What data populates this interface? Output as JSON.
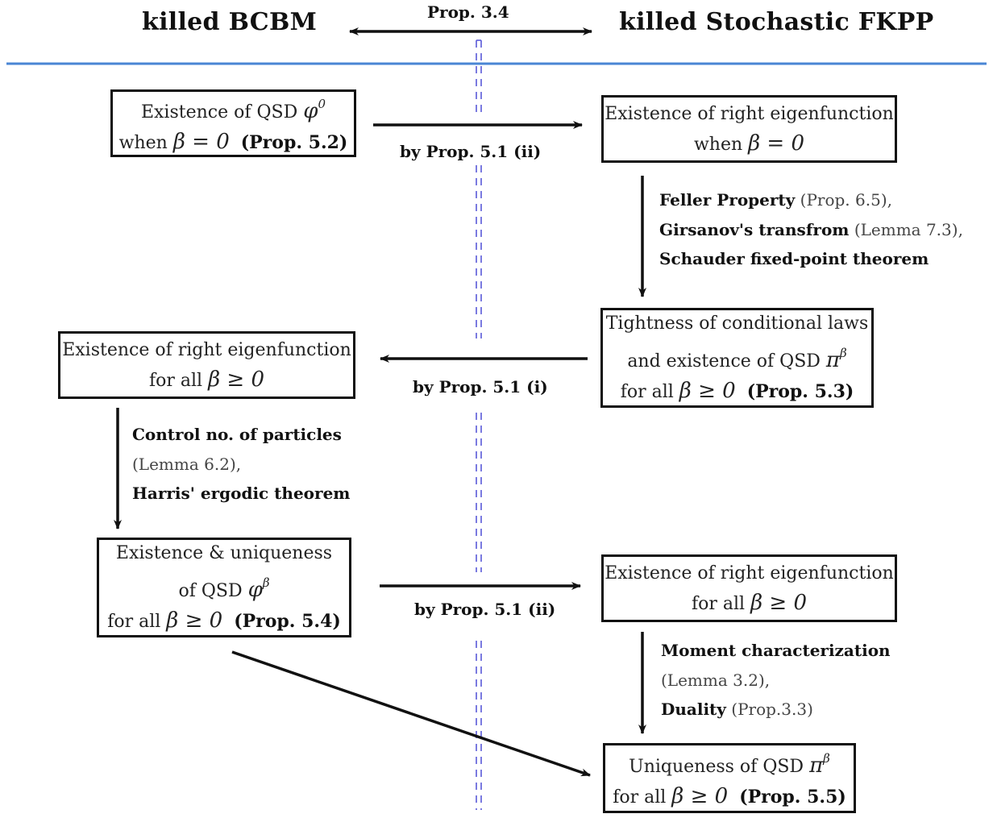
{
  "header": {
    "left_title": "killed BCBM",
    "right_title": "killed Stochastic FKPP",
    "top_arrow_label": "Prop. 3.4"
  },
  "boxes": {
    "qsd_phi0": {
      "line1_text": "Existence of QSD ",
      "line1_sym": "φ",
      "line1_sup": "0",
      "line2_pre": "when ",
      "line2_math": "β = 0",
      "line2_ref": "(Prop. 5.2)"
    },
    "right_eigen_beta0": {
      "line1": "Existence of right eigenfunction",
      "line2_pre": "when ",
      "line2_math": "β = 0"
    },
    "tightness": {
      "line1": "Tightness of conditional laws",
      "line2_text": "and existence of QSD ",
      "line2_sym": "π",
      "line2_sup": "β",
      "line3_pre": "for all ",
      "line3_math": "β ≥ 0",
      "line3_ref": "(Prop. 5.3)"
    },
    "right_eigen_all_left": {
      "line1": "Existence of right eigenfunction",
      "line2_pre": "for all ",
      "line2_math": "β ≥ 0"
    },
    "unique_phi_beta": {
      "line1": "Existence & uniqueness",
      "line2_text": "of QSD ",
      "line2_sym": "φ",
      "line2_sup": "β",
      "line3_pre": "for all ",
      "line3_math": "β ≥ 0",
      "line3_ref": "(Prop. 5.4)"
    },
    "right_eigen_all_right": {
      "line1": "Existence of right eigenfunction",
      "line2_pre": "for all ",
      "line2_math": "β ≥ 0"
    },
    "unique_pi_beta": {
      "line1_text": "Uniqueness of QSD ",
      "line1_sym": "π",
      "line1_sup": "β",
      "line2_pre": "for all ",
      "line2_math": "β ≥ 0",
      "line2_ref": "(Prop. 5.5)"
    }
  },
  "edge_labels": {
    "arrow1": "by Prop. 5.1 (ii)",
    "arrow2": "by Prop. 5.1 (i)",
    "arrow3": "by Prop. 5.1 (ii)"
  },
  "notes": {
    "right_down_1": {
      "l1_bold": "Feller Property",
      "l1_ref": " (Prop. 6.5),",
      "l2_bold": "Girsanov's transfrom",
      "l2_ref": " (Lemma 7.3),",
      "l3_bold": "Schauder fixed-point theorem"
    },
    "left_down": {
      "l1_bold": "Control no. of particles",
      "l2_ref": "(Lemma 6.2),",
      "l3_bold": "Harris' ergodic theorem"
    },
    "right_down_2": {
      "l1_bold": "Moment characterization",
      "l2_ref": "(Lemma 3.2),",
      "l3_bold": "Duality",
      "l3_ref": " (Prop.3.3)"
    }
  },
  "colors": {
    "separator_line": "#4a86d4",
    "dashed_center": "#5a5ad8",
    "ink": "#111111"
  }
}
